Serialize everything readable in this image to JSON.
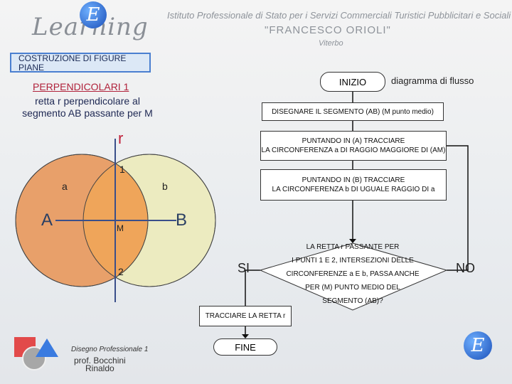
{
  "header": {
    "logo_text": "Learning",
    "logo_badge": "E",
    "institute_line": "Istituto Professionale di Stato per i Servizi Commerciali Turistici Pubblicitari e Sociali",
    "institute_name": "\"FRANCESCO ORIOLI\"",
    "institute_city": "Viterbo"
  },
  "lesson": {
    "title_line1": "COSTRUZIONE DI FIGURE",
    "title_line2": "PIANE",
    "subtitle": "PERPENDICOLARI 1",
    "description": "retta r perpendicolare al segmento AB passante per M"
  },
  "geometry": {
    "label_r": "r",
    "label_1": "1",
    "label_2": "2",
    "label_a": "a",
    "label_b": "b",
    "label_A": "A",
    "label_B": "B",
    "label_M": "M",
    "colors": {
      "circle_a": "#e8a06a",
      "circle_b": "#ecebc0",
      "overlap": "#efa55a",
      "line": "#3a4f8a"
    }
  },
  "flowchart": {
    "title": "diagramma di flusso",
    "start": "INIZIO",
    "step1": "DISEGNARE IL SEGMENTO (AB) (M punto medio)",
    "step2_line1": "PUNTANDO IN (A) TRACCIARE",
    "step2_line2": "LA CIRCONFERENZA a DI RAGGIO MAGGIORE DI (AM)",
    "step3_line1": "PUNTANDO IN (B) TRACCIARE",
    "step3_line2": "LA CIRCONFERENZA b DI UGUALE RAGGIO DI a",
    "decision_lines": [
      "LA RETTA r PASSANTE PER",
      "I PUNTI 1 E 2, INTERSEZIONI DELLE",
      "CIRCONFERENZE a E b, PASSA ANCHE",
      "PER (M) PUNTO MEDIO DEL",
      "SEGMENTO (AB)?"
    ],
    "yes_label": "SI",
    "no_label": "NO",
    "step4": "TRACCIARE LA RETTA r",
    "end": "FINE"
  },
  "footer": {
    "program": "Disegno Professionale 1",
    "author_line1": "prof. Bocchini",
    "author_line2": "Rinaldo",
    "badge": "E"
  }
}
